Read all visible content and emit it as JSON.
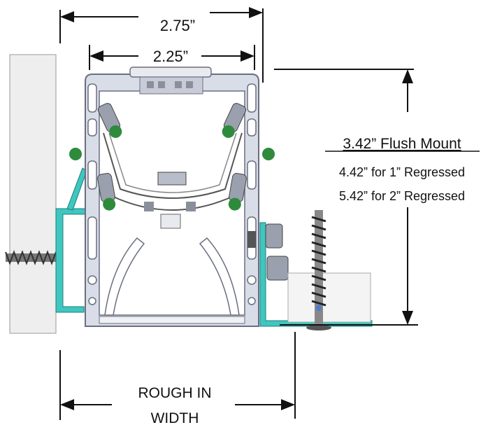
{
  "dimensions": {
    "overall_width": "2.75”",
    "inner_width": "2.25”",
    "flush_mount": "3.42” Flush Mount",
    "regressed_1": "4.42” for 1” Regressed",
    "regressed_2": "5.42” for 2” Regressed",
    "rough_in_line1": "ROUGH IN",
    "rough_in_line2": "WIDTH"
  },
  "colors": {
    "extrusion_fill": "#d9dde8",
    "extrusion_stroke": "#6a6f80",
    "bracket": "#3fc6c0",
    "grommet": "#2e8b3c",
    "wall": "#eeeeee",
    "drywall": "#f4f4f4",
    "line": "#111111"
  }
}
